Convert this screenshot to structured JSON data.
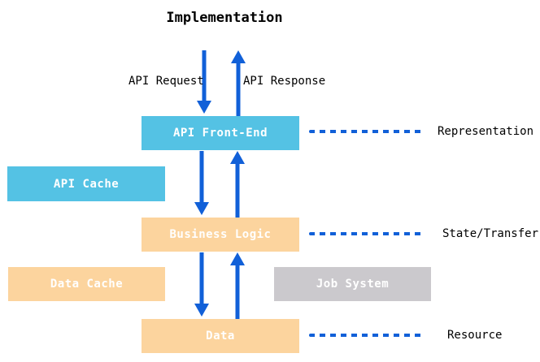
{
  "title": "Implementation",
  "flow": {
    "request_label": "API Request",
    "response_label": "API Response"
  },
  "boxes": {
    "api_front_end": "API Front-End",
    "api_cache": "API Cache",
    "business_logic": "Business Logic",
    "data_cache": "Data Cache",
    "job_system": "Job System",
    "data": "Data"
  },
  "rest_layers": [
    {
      "label": "Representation"
    },
    {
      "label": "State/Transfer"
    },
    {
      "label": "Resource"
    }
  ],
  "colors": {
    "blue_box": "#54c2e4",
    "orange_box": "#fcd49e",
    "gray_box": "#cbc9cd",
    "arrow_blue": "#1160d8",
    "box_text": "#ffffff",
    "label_text": "#000000",
    "background": "#ffffff"
  }
}
